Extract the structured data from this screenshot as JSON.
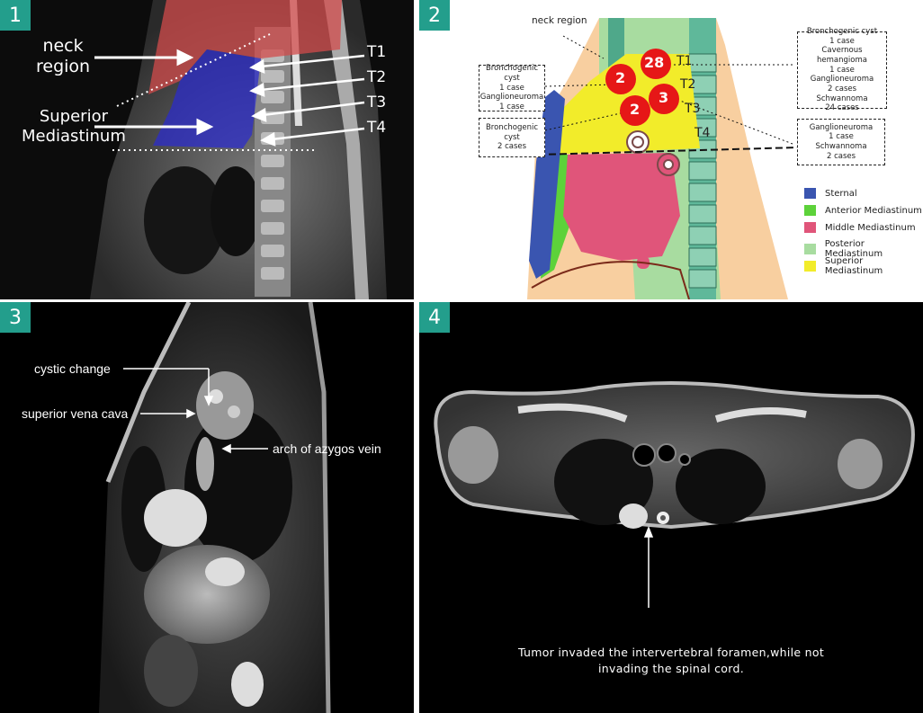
{
  "panel1": {
    "badge": "1",
    "neck_region": "neck\nregion",
    "superior_mediastinum": "Superior\nMediastinum",
    "vertebrae": [
      "T1",
      "T2",
      "T3",
      "T4"
    ]
  },
  "panel2": {
    "badge": "2",
    "neck_region": "neck region",
    "counts": [
      "28",
      "2",
      "3",
      "2"
    ],
    "box_left_upper": [
      "Bronchogenic cyst",
      "1 case",
      "Ganglioneuroma",
      "1 case"
    ],
    "box_left_lower": [
      "Bronchogenic cyst",
      "2 cases"
    ],
    "box_right_upper": [
      "Bronchogenic cyst",
      "1 case",
      "Cavernous hemangioma",
      "1 case",
      "Ganglioneuroma",
      "2 cases",
      "Schwannoma",
      "24 cases"
    ],
    "box_right_lower": [
      "Ganglioneuroma",
      "1 case",
      "Schwannoma",
      "2 cases"
    ],
    "vertebrae": [
      "T1",
      "T2",
      "T3",
      "T4"
    ],
    "legend": [
      {
        "label": "Sternal",
        "color": "#3a55b0"
      },
      {
        "label": "Anterior Mediastinum",
        "color": "#5dd23a"
      },
      {
        "label": "Middle Mediastinum",
        "color": "#e0557a"
      },
      {
        "label": "Posterior Mediastinum",
        "color": "#a8dca0"
      },
      {
        "label": "Superior Mediastinum",
        "color": "#f2ec2a"
      }
    ]
  },
  "panel3": {
    "badge": "3",
    "cystic_change": "cystic change",
    "superior_vena_cava": "superior vena cava",
    "arch_azygos": "arch of azygos vein"
  },
  "panel4": {
    "badge": "4",
    "caption_line1": "Tumor invaded the intervertebral foramen,while not",
    "caption_line2": "invading the spinal cord."
  }
}
